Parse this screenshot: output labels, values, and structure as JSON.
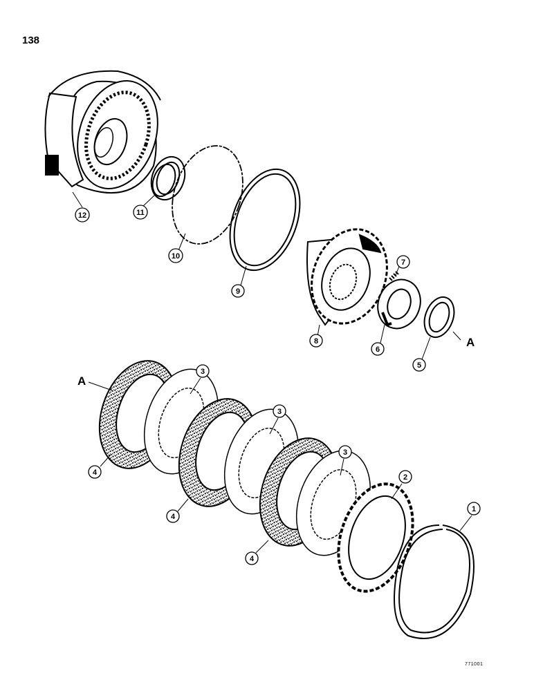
{
  "page": {
    "number": "138",
    "figure_code": "771001"
  },
  "callouts": [
    {
      "id": "c1",
      "label": "1"
    },
    {
      "id": "c2",
      "label": "2"
    },
    {
      "id": "c3a",
      "label": "3"
    },
    {
      "id": "c3b",
      "label": "3"
    },
    {
      "id": "c3c",
      "label": "3"
    },
    {
      "id": "c4a",
      "label": "4"
    },
    {
      "id": "c4b",
      "label": "4"
    },
    {
      "id": "c4c",
      "label": "4"
    },
    {
      "id": "c5",
      "label": "5"
    },
    {
      "id": "c6",
      "label": "6"
    },
    {
      "id": "c7",
      "label": "7"
    },
    {
      "id": "c8",
      "label": "8"
    },
    {
      "id": "c9",
      "label": "9"
    },
    {
      "id": "c10",
      "label": "10"
    },
    {
      "id": "c11",
      "label": "11"
    },
    {
      "id": "c12",
      "label": "12"
    }
  ],
  "reference_marks": {
    "upper": "A",
    "lower": "A"
  }
}
